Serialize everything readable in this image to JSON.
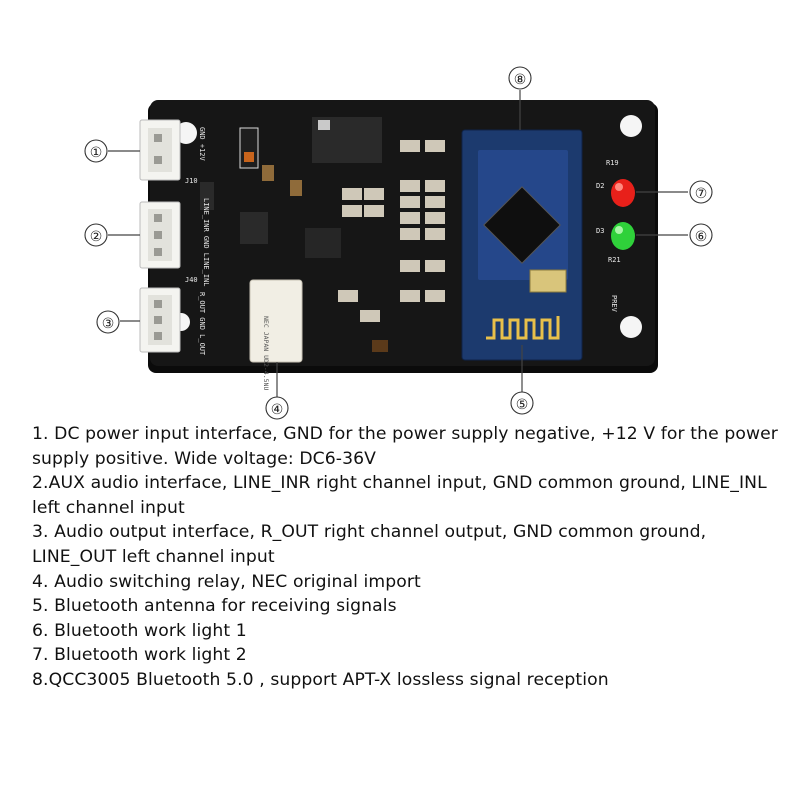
{
  "colors": {
    "board": "#161616",
    "connector": "#f4f4f0",
    "led_red": "#e8201a",
    "led_green": "#2fd13a",
    "bt_module": "#1c3a6e",
    "antenna": "#e9c04a"
  },
  "callouts": [
    {
      "number": "①",
      "target": "dc-power-connector"
    },
    {
      "number": "②",
      "target": "aux-input-connector"
    },
    {
      "number": "③",
      "target": "audio-output-connector"
    },
    {
      "number": "④",
      "target": "relay"
    },
    {
      "number": "⑤",
      "target": "bluetooth-antenna"
    },
    {
      "number": "⑥",
      "target": "green-led"
    },
    {
      "number": "⑦",
      "target": "red-led"
    },
    {
      "number": "⑧",
      "target": "bluetooth-module"
    }
  ],
  "silkscreen": {
    "j10": "J10",
    "gnd_12v": "GND +12V",
    "line_inl": "LINE_INR GND LINE_INL",
    "j40": "J40",
    "r_out": "R_OUT GND L_OUT",
    "prev": "PREV",
    "d2": "D2",
    "d3": "D3",
    "r19": "R19",
    "r21": "R21",
    "relay_text": "NEC JAPAN UD2-4.5NU"
  },
  "descriptions": [
    "1. DC power input interface, GND for the power supply negative, +12 V for the power supply positive. Wide voltage: DC6-36V",
    "2.AUX audio interface, LINE_INR right channel input, GND common ground, LINE_INL left channel input",
    "3. Audio output interface, R_OUT right channel output, GND common ground, LINE_OUT left channel input",
    "4. Audio switching relay, NEC original import",
    "5. Bluetooth antenna for receiving signals",
    "6. Bluetooth work light 1",
    "7. Bluetooth work light 2",
    "8.QCC3005 Bluetooth 5.0 , support APT-X lossless signal reception"
  ]
}
